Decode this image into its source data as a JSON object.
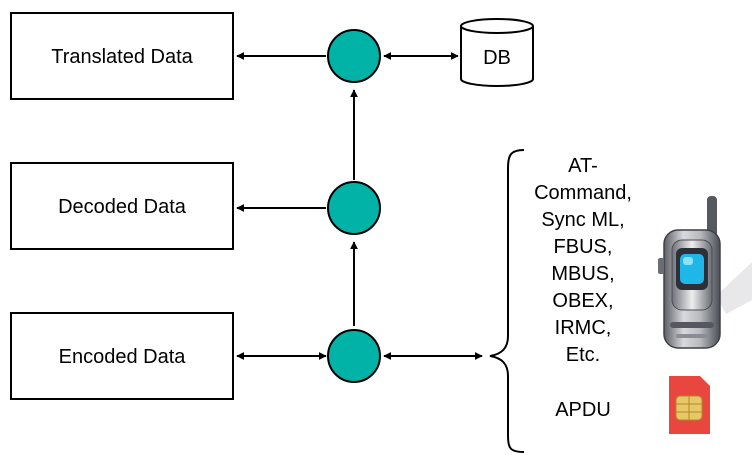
{
  "nodes": {
    "translated": "Translated Data",
    "decoded": "Decoded Data",
    "encoded": "Encoded Data",
    "db": "DB"
  },
  "protocols": [
    "AT-",
    "Command,",
    "Sync ML,",
    "FBUS,",
    "MBUS,",
    "OBEX,",
    "IRMC,",
    "Etc."
  ],
  "apdu": "APDU",
  "colors": {
    "node_fill": "#00b3a6",
    "line": "#000000",
    "phone_screen": "#1fb6e8",
    "sim_card": "#e8463e",
    "sim_chip": "#e8c766"
  },
  "icons": {
    "phone": "mobile-phone-icon",
    "sim": "sim-card-icon",
    "db": "database-cylinder-icon"
  }
}
